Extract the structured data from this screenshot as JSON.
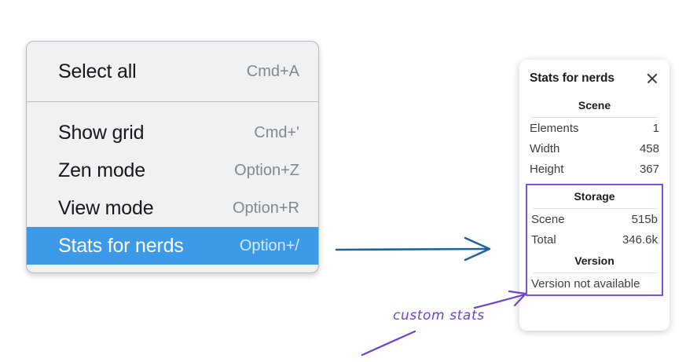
{
  "menu": {
    "groups": [
      {
        "items": [
          {
            "label": "Select all",
            "shortcut": "Cmd+A",
            "selected": false
          }
        ]
      },
      {
        "items": [
          {
            "label": "Show grid",
            "shortcut": "Cmd+'",
            "selected": false
          },
          {
            "label": "Zen mode",
            "shortcut": "Option+Z",
            "selected": false
          },
          {
            "label": "View mode",
            "shortcut": "Option+R",
            "selected": false
          },
          {
            "label": "Stats for nerds",
            "shortcut": "Option+/",
            "selected": true
          }
        ]
      }
    ],
    "highlight_color": "#3d9ae8",
    "background_color": "#f0f1f3"
  },
  "stats_panel": {
    "title": "Stats for nerds",
    "close_icon": "close-icon",
    "sections": [
      {
        "title": "Scene",
        "rows": [
          {
            "key": "Elements",
            "value": "1"
          },
          {
            "key": "Width",
            "value": "458"
          },
          {
            "key": "Height",
            "value": "367"
          }
        ]
      },
      {
        "title": "Storage",
        "rows": [
          {
            "key": "Scene",
            "value": "515b"
          },
          {
            "key": "Total",
            "value": "346.6k"
          }
        ]
      },
      {
        "title": "Version",
        "note": "Version not available"
      }
    ],
    "highlight_border_color": "#7b52d8"
  },
  "annotations": {
    "handwriting_label": "custom stats",
    "handwriting_color": "#6b43d0",
    "blue_arrow_color": "#1f6398"
  }
}
